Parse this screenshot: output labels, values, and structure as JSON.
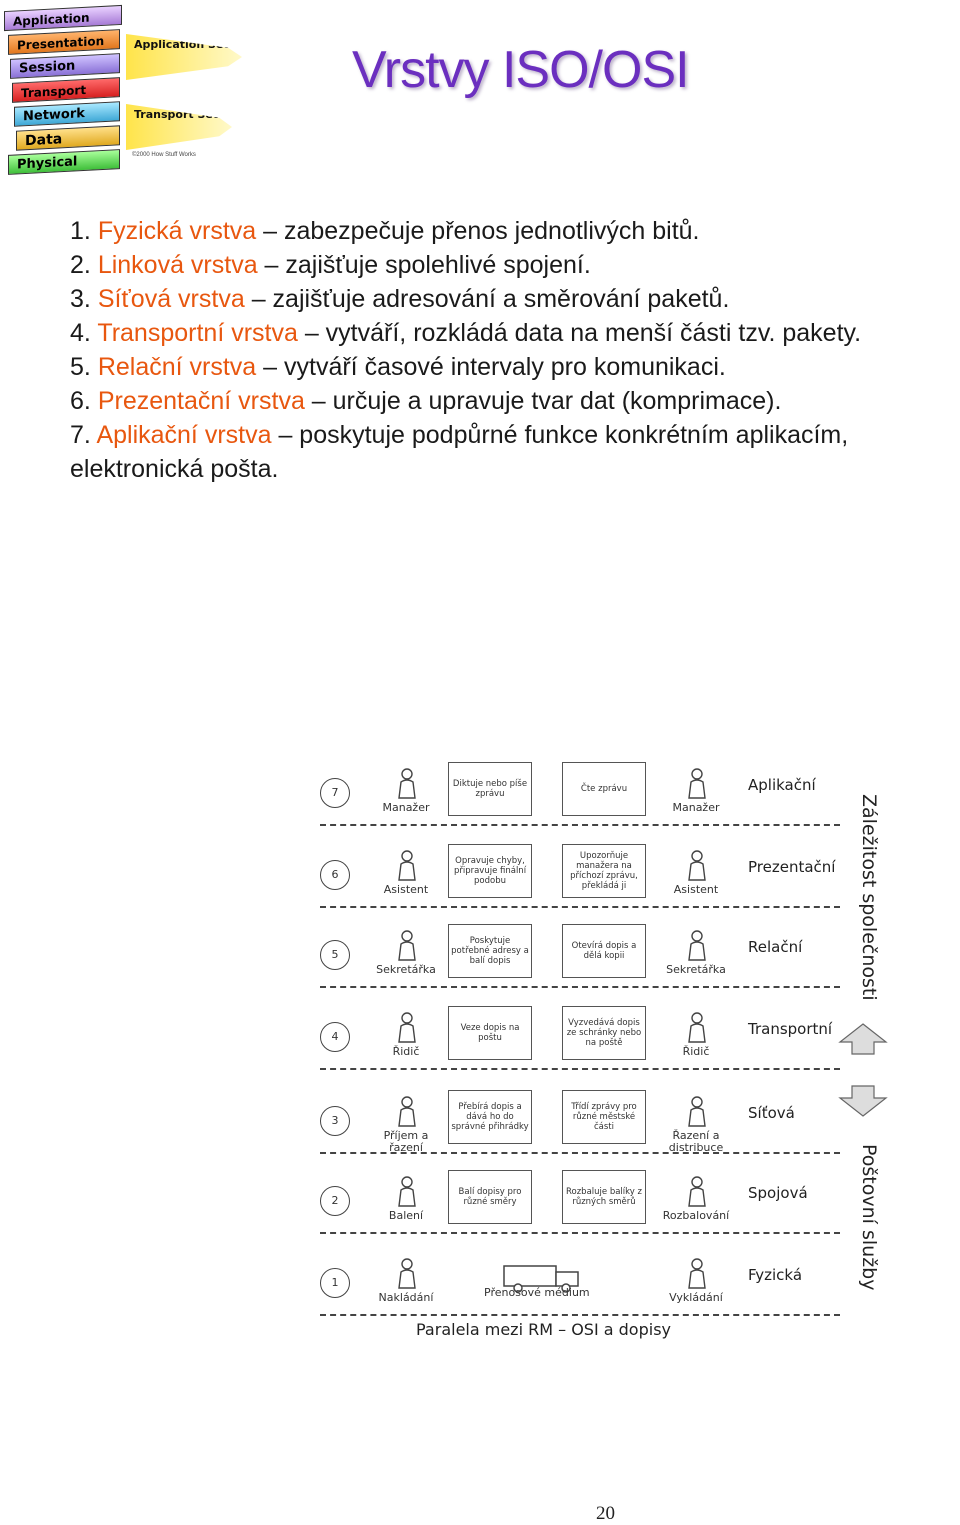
{
  "title": "Vrstvy ISO/OSI",
  "logo": {
    "layers": [
      "Application",
      "Presentation",
      "Session",
      "Transport",
      "Network",
      "Data",
      "Physical"
    ],
    "set_top": "Application Set",
    "set_bottom": "Transport Set",
    "copyright": "©2000 How Stuff Works"
  },
  "layers": [
    {
      "num": "1.",
      "name": "Fyzická vrstva",
      "desc": " – zabezpečuje přenos jednotlivých bitů."
    },
    {
      "num": "2.",
      "name": "Linková vrstva",
      "desc": " – zajišťuje spolehlivé spojení."
    },
    {
      "num": "3.",
      "name": "Síťová vrstva",
      "desc": " – zajišťuje adresování a směrování paketů."
    },
    {
      "num": "4.",
      "name": "Transportní vrstva",
      "desc": " – vytváří, rozkládá data na menší části tzv. pakety."
    },
    {
      "num": "5.",
      "name": "Relační vrstva",
      "desc": " – vytváří časové intervaly pro komunikaci."
    },
    {
      "num": "6.",
      "name": "Prezentační vrstva",
      "desc": " – určuje a upravuje tvar dat (komprimace)."
    },
    {
      "num": "7.",
      "name": "Aplikační vrstva",
      "desc": " – poskytuje podpůrné funkce konkrétním aplikacím, elektronická pošta."
    }
  ],
  "figure": {
    "rows": [
      {
        "num": "7",
        "left_person": "Manažer",
        "box1": "Diktuje nebo píše zprávu",
        "box2": "Čte zprávu",
        "right_person": "Manažer",
        "layer": "Aplikační"
      },
      {
        "num": "6",
        "left_person": "Asistent",
        "box1": "Opravuje chyby, připravuje finální podobu",
        "box2": "Upozorňuje manažera na příchozí zprávu, překládá ji",
        "right_person": "Asistent",
        "layer": "Prezentační"
      },
      {
        "num": "5",
        "left_person": "Sekretářka",
        "box1": "Poskytuje potřebné adresy a balí dopis",
        "box2": "Otevírá dopis a dělá kopii",
        "right_person": "Sekretářka",
        "layer": "Relační"
      },
      {
        "num": "4",
        "left_person": "Řidič",
        "box1": "Veze dopis na poštu",
        "box2": "Vyzvedává dopis ze schránky nebo na poště",
        "right_person": "Řidič",
        "layer": "Transportní"
      },
      {
        "num": "3",
        "left_person": "Příjem a řazení",
        "box1": "Přebírá dopis a dává ho do správné přihrádky",
        "box2": "Třídí zprávy pro různé městské části",
        "right_person": "Řazení a distribuce",
        "layer": "Síťová"
      },
      {
        "num": "2",
        "left_person": "Balení",
        "box1": "Balí dopisy pro různé směry",
        "box2": "Rozbaluje balíky z různých směrů",
        "right_person": "Rozbalování",
        "layer": "Spojová"
      },
      {
        "num": "1",
        "left_person": "Nakládání",
        "box1": "",
        "box2": "",
        "right_person": "Vykládání",
        "layer": "Fyzická"
      }
    ],
    "medium": "Přenosové médium",
    "side_top": "Záležitost společnosti",
    "side_bottom": "Poštovní služby",
    "caption": "Paralela mezi RM – OSI a dopisy"
  },
  "page_number": "20"
}
